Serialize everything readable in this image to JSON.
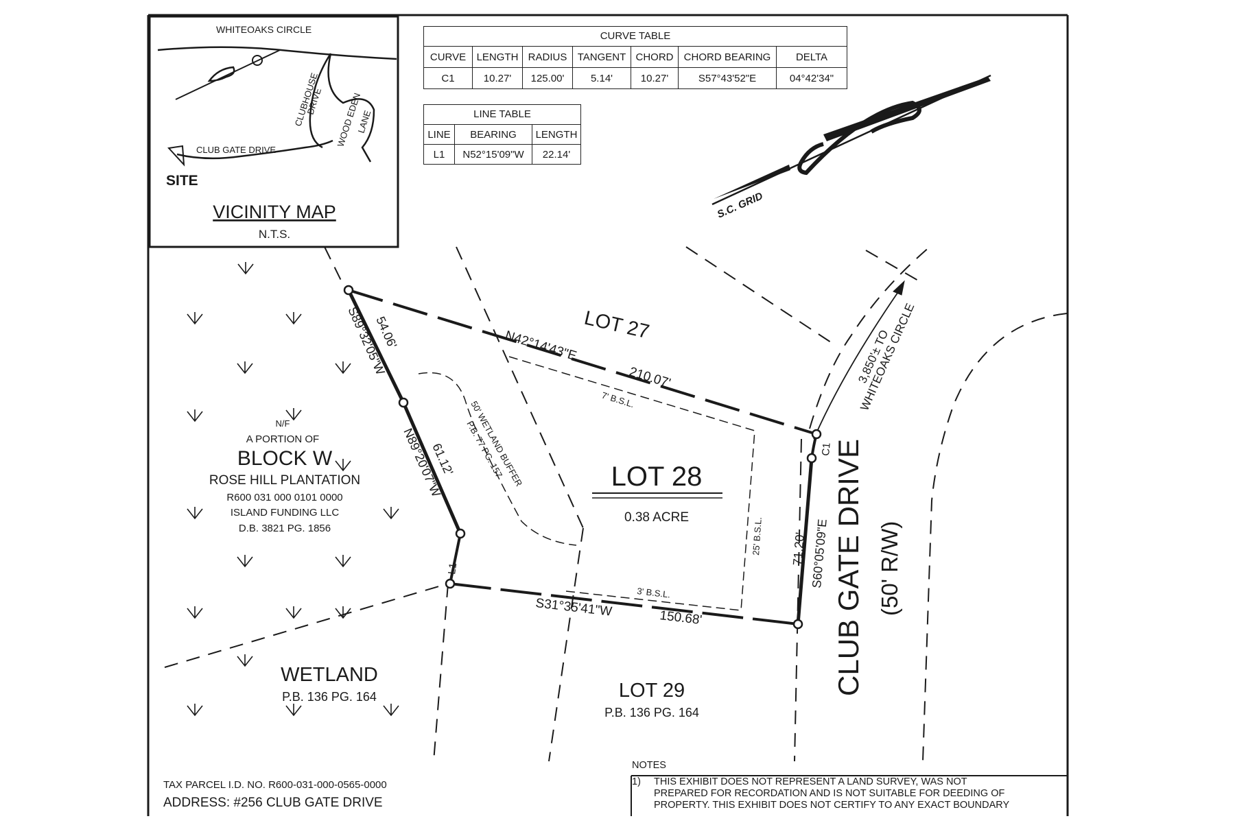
{
  "vicinity_map": {
    "title": "VICINITY MAP",
    "scale": "N.T.S.",
    "road_whiteoaks": "WHITEOAKS CIRCLE",
    "road_clubhouse_1": "CLUBHOUSE",
    "road_clubhouse_2": "DRIVE",
    "road_wood_eden_1": "WOOD EDEN",
    "road_wood_eden_2": "LANE",
    "road_club_gate": "CLUB GATE DRIVE",
    "site": "SITE"
  },
  "curve_table": {
    "title": "CURVE TABLE",
    "headers": [
      "CURVE",
      "LENGTH",
      "RADIUS",
      "TANGENT",
      "CHORD",
      "CHORD BEARING",
      "DELTA"
    ],
    "rows": [
      [
        "C1",
        "10.27'",
        "125.00'",
        "5.14'",
        "10.27'",
        "S57°43'52\"E",
        "04°42'34\""
      ]
    ]
  },
  "line_table": {
    "title": "LINE TABLE",
    "headers": [
      "LINE",
      "BEARING",
      "LENGTH"
    ],
    "rows": [
      [
        "L1",
        "N52°15'09\"W",
        "22.14'"
      ]
    ]
  },
  "north_arrow": {
    "label": "S.C. GRID"
  },
  "lots": {
    "lot27": "LOT 27",
    "lot28_name": "LOT 28",
    "lot28_area": "0.38 ACRE",
    "lot29_name": "LOT 29",
    "lot29_ref": "P.B. 136 PG. 164"
  },
  "boundary": {
    "north_bearing": "N42°14'43\"E",
    "north_length": "210.07'",
    "west_upper_bearing": "S89°32'05\"W",
    "west_upper_length": "54.06'",
    "west_lower_bearing": "N89°20'07\"W",
    "west_lower_length": "61.12'",
    "south_bearing": "S31°35'41\"W",
    "south_length": "150.68'",
    "east_bearing": "S60°05'09\"E",
    "east_length": "71.20'",
    "curve_label": "C1",
    "line_label": "L1"
  },
  "setbacks": {
    "front": "7' B.S.L.",
    "side": "25' B.S.L.",
    "rear": "3' B.S.L."
  },
  "buffer": {
    "line1": "50' WETLAND BUFFER",
    "line2": "P.B. 77 PG. 157"
  },
  "block_w": {
    "nf": "N/F",
    "portion": "A PORTION OF",
    "name": "BLOCK W",
    "plantation": "ROSE HILL PLANTATION",
    "parcel": "R600 031 000 0101 0000",
    "owner": "ISLAND FUNDING LLC",
    "deed": "D.B. 3821 PG. 1856"
  },
  "wetland": {
    "name": "WETLAND",
    "ref": "P.B. 136 PG. 164"
  },
  "road": {
    "name": "CLUB GATE DRIVE",
    "row": "(50' R/W)",
    "distance": "3,850'± TO",
    "destination": "WHITEOAKS CIRCLE"
  },
  "footer": {
    "tax_parcel": "TAX PARCEL I.D. NO. R600-031-000-0565-0000",
    "address": "ADDRESS: #256 CLUB GATE DRIVE"
  },
  "notes": {
    "title": "NOTES",
    "number": "1)",
    "line1": "THIS EXHIBIT DOES NOT REPRESENT A LAND SURVEY, WAS NOT",
    "line2": "PREPARED FOR RECORDATION AND IS NOT SUITABLE FOR DEEDING OF",
    "line3": "PROPERTY.  THIS EXHIBIT DOES NOT CERTIFY TO ANY EXACT BOUNDARY"
  }
}
